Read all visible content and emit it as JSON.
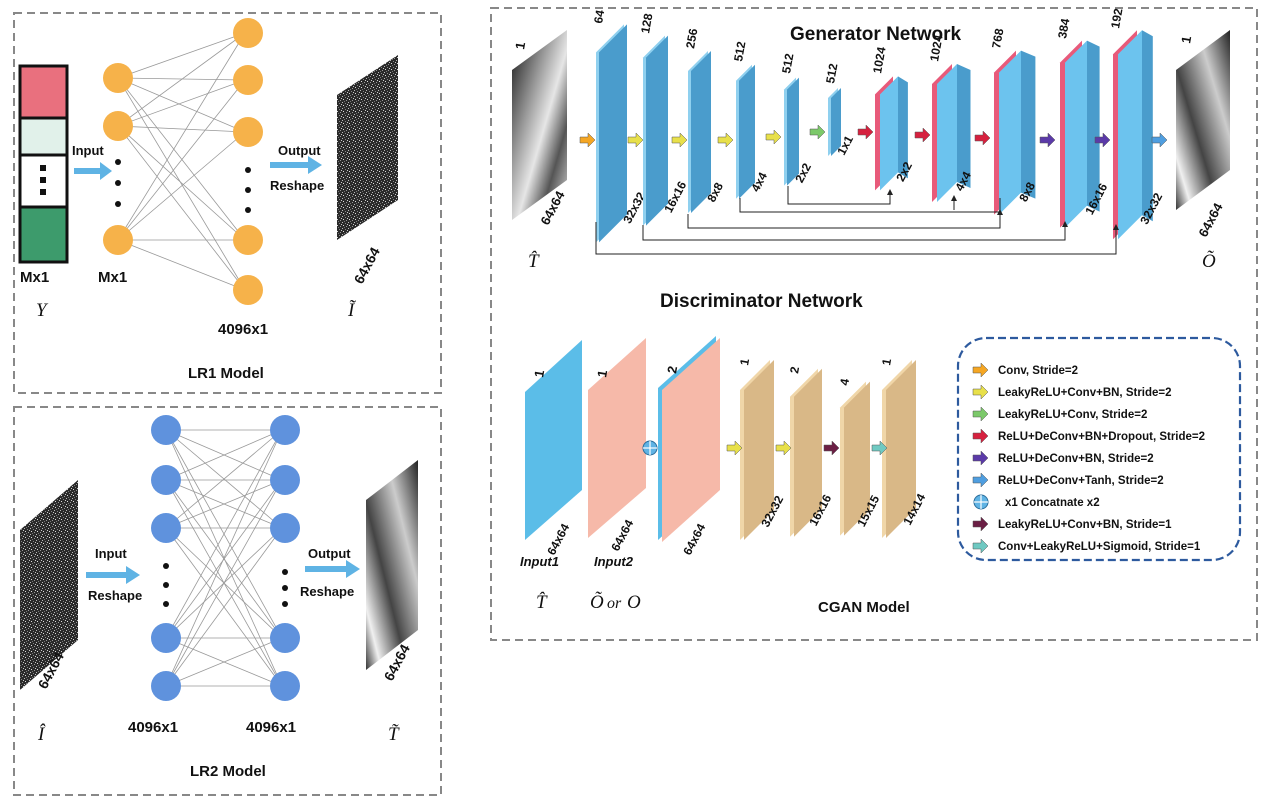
{
  "colors": {
    "blue_layer": "#3f8fc2",
    "blue_layer_dark": "#2b6e9c",
    "blue_layer_light": "#8fd0ef",
    "red_layer": "#e85a7a",
    "tan_layer": "#d9b887",
    "pink_input": "#f6b9a9",
    "cyan_input": "#5bbde8",
    "orange_node": "#f6b24a",
    "blue_node": "#5f92dd",
    "arrow_blue": "#5fb3e4"
  },
  "lr1": {
    "title": "LR1 Model",
    "input_label": "Input",
    "output_label": "Output",
    "reshape_label": "Reshape",
    "vector_size": "Mx1",
    "layer1_size": "Mx1",
    "layer2_size": "4096x1",
    "image_size": "64x64",
    "vector_symbol": "Y",
    "output_symbol": "Ĩ"
  },
  "lr2": {
    "title": "LR2 Model",
    "input_label": "Input",
    "output_label": "Output",
    "reshape_label_in": "Reshape",
    "reshape_label_out": "Reshape",
    "input_size": "64x64",
    "layer1_size": "4096x1",
    "layer2_size": "4096x1",
    "output_size": "64x64",
    "input_symbol": "Î",
    "output_symbol": "T̃"
  },
  "generator": {
    "title": "Generator Network",
    "input_channels": "1",
    "input_size": "64x64",
    "input_symbol": "T̂",
    "output_channels": "1",
    "output_size": "64x64",
    "output_symbol": "Õ",
    "layers": [
      {
        "channels": "64",
        "size": "32x32"
      },
      {
        "channels": "128",
        "size": "16x16"
      },
      {
        "channels": "256",
        "size": "8x8"
      },
      {
        "channels": "512",
        "size": "4x4"
      },
      {
        "channels": "512",
        "size": "2x2"
      },
      {
        "channels": "512",
        "size": "1x1"
      },
      {
        "channels": "1024",
        "size": "2x2"
      },
      {
        "channels": "1024",
        "size": "4x4"
      },
      {
        "channels": "768",
        "size": "8x8"
      },
      {
        "channels": "384",
        "size": "16x16"
      },
      {
        "channels": "192",
        "size": "32x32"
      }
    ]
  },
  "discriminator": {
    "title": "Discriminator  Network",
    "model_title": "CGAN Model",
    "input1_label": "Input1",
    "input2_label": "Input2",
    "input1_channels": "1",
    "input2_channels": "1",
    "concat_channels": "2",
    "input1_size": "64x64",
    "input2_size": "64x64",
    "concat_size": "64x64",
    "input1_symbol": "T̂",
    "input2_symbol_a": "Õ",
    "input2_symbol_or": "or",
    "input2_symbol_b": "O",
    "layers": [
      {
        "channels": "1",
        "size": "32x32"
      },
      {
        "channels": "2",
        "size": "16x16"
      },
      {
        "channels": "4",
        "size": "15x15"
      },
      {
        "channels": "1",
        "size": "14x14"
      }
    ]
  },
  "legend": [
    {
      "text": "Conv, Stride=2",
      "color": "#f5a623"
    },
    {
      "text": "LeakyReLU+Conv+BN, Stride=2",
      "color": "#e8e04a"
    },
    {
      "text": "LeakyReLU+Conv, Stride=2",
      "color": "#7cc96a"
    },
    {
      "text": "ReLU+DeConv+BN+Dropout, Stride=2",
      "color": "#d6213f"
    },
    {
      "text": "ReLU+DeConv+BN, Stride=2",
      "color": "#5b3aa8"
    },
    {
      "text": "ReLU+DeConv+Tanh, Stride=2",
      "color": "#4f9ee0"
    },
    {
      "text": "x1 Concatnate x2",
      "color": "#4f9ee0"
    },
    {
      "text": "LeakyReLU+Conv+BN, Stride=1",
      "color": "#6b1f45"
    },
    {
      "text": "Conv+LeakyReLU+Sigmoid, Stride=1",
      "color": "#6fc9c2"
    }
  ]
}
